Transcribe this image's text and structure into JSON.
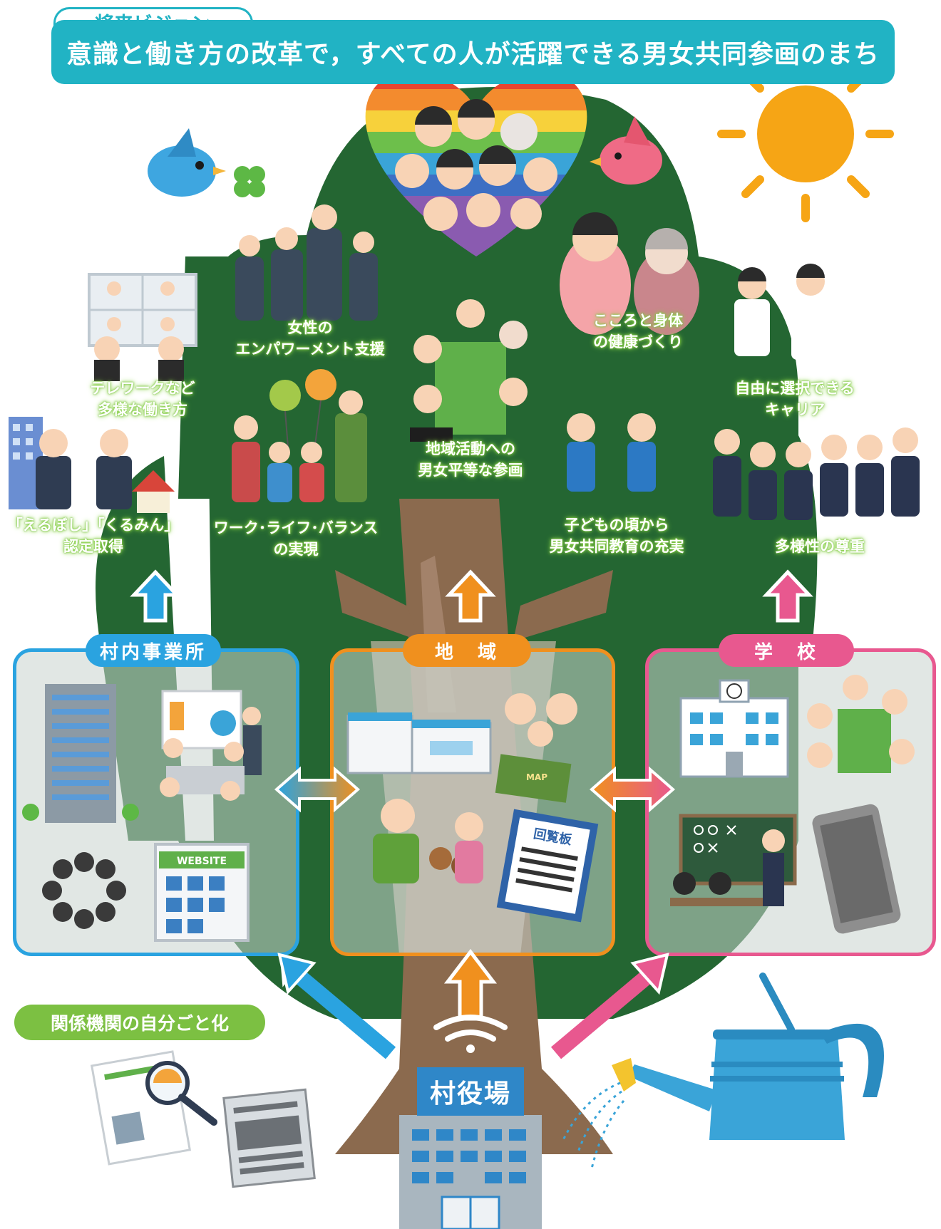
{
  "header": {
    "tab_label": "将来ビジョン",
    "vision_text": "意識と働き方の改革で，すべての人が活躍できる男女共同参画のまち"
  },
  "tree_labels": {
    "empowerment": [
      "女性の",
      "エンパワーメント支援"
    ],
    "health": [
      "こころと身体",
      "の健康づくり"
    ],
    "telework": [
      "テレワークなど",
      "多様な働き方"
    ],
    "community": [
      "地域活動への",
      "男女平等な参画"
    ],
    "career": [
      "自由に選択できる",
      "キャリア"
    ],
    "certification": [
      "「えるぼし」「くるみん」",
      "認定取得"
    ],
    "wlb": [
      "ワーク･ライフ･バランス",
      "の実現"
    ],
    "education": [
      "子どもの頃から",
      "男女共同教育の充実"
    ],
    "diversity": [
      "多様性の尊重"
    ]
  },
  "sections": {
    "business": "村内事業所",
    "community": "地　域",
    "school": "学　校"
  },
  "illustration_text": {
    "website": "WEBSITE",
    "circular": "回覧板",
    "map": "MAP"
  },
  "related_orgs": "関係機関の自分ごと化",
  "village_office": "村役場",
  "colors": {
    "vision": "#21b3c4",
    "tree_green": "#246632",
    "trunk": "#8b6a4e",
    "business": "#2aa3e0",
    "community": "#f0901e",
    "school": "#e8588f",
    "related": "#7cc042",
    "office": "#2f87c8"
  }
}
